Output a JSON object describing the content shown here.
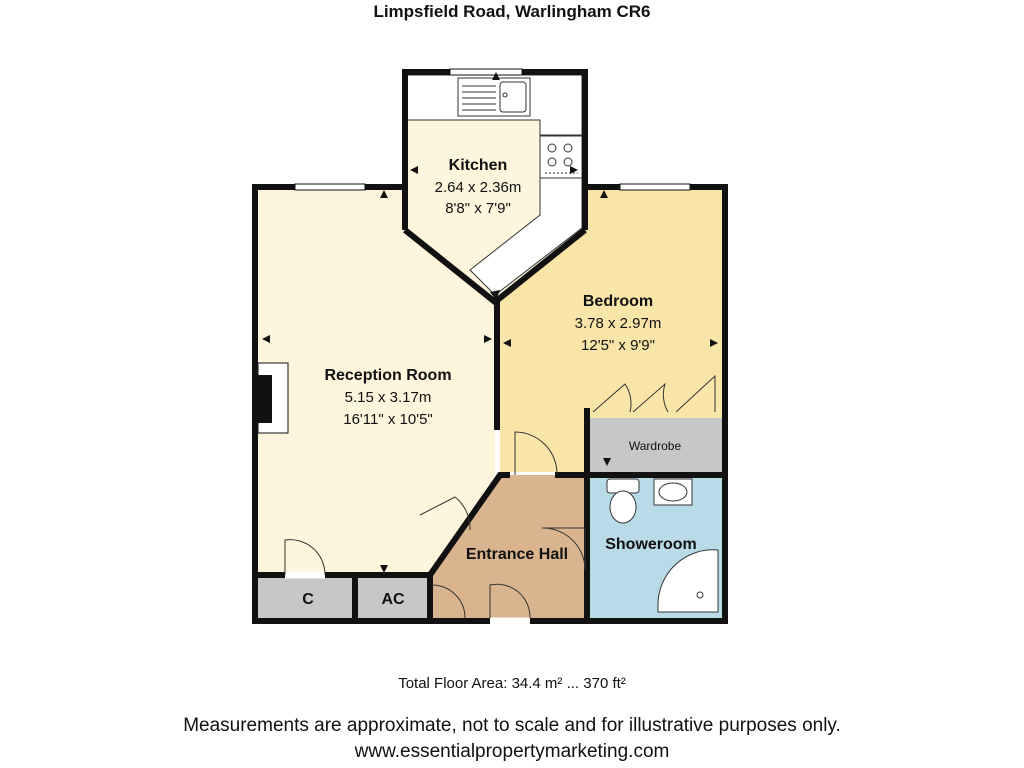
{
  "header": {
    "title": "Limpsfield Road, Warlingham CR6"
  },
  "rooms": {
    "kitchen": {
      "name": "Kitchen",
      "metric": "2.64 x 2.36m",
      "imperial": "8'8\" x 7'9\"",
      "color": "#fdf5dc"
    },
    "reception": {
      "name": "Reception Room",
      "metric": "5.15 x 3.17m",
      "imperial": "16'11\" x 10'5\"",
      "color": "#fdf5dc"
    },
    "bedroom": {
      "name": "Bedroom",
      "metric": "3.78 x 2.97m",
      "imperial": "12'5\" x 9'9\"",
      "color": "#fae5a9"
    },
    "wardrobe": {
      "name": "Wardrobe",
      "color": "#c7c7c7"
    },
    "entrance_hall": {
      "name": "Entrance Hall",
      "color": "#d9b48f"
    },
    "showeroom": {
      "name": "Showeroom",
      "color": "#b9dbe8"
    },
    "cupboard": {
      "name": "C",
      "color": "#c7c7c7"
    },
    "airing_cupboard": {
      "name": "AC",
      "color": "#c7c7c7"
    }
  },
  "colors": {
    "wall": "#111111"
  },
  "footer": {
    "area": "Total Floor Area: 34.4 m² ... 370 ft²",
    "disclaimer": "Measurements are approximate, not to scale and for illustrative purposes only.",
    "website": "www.essentialpropertymarketing.com"
  }
}
